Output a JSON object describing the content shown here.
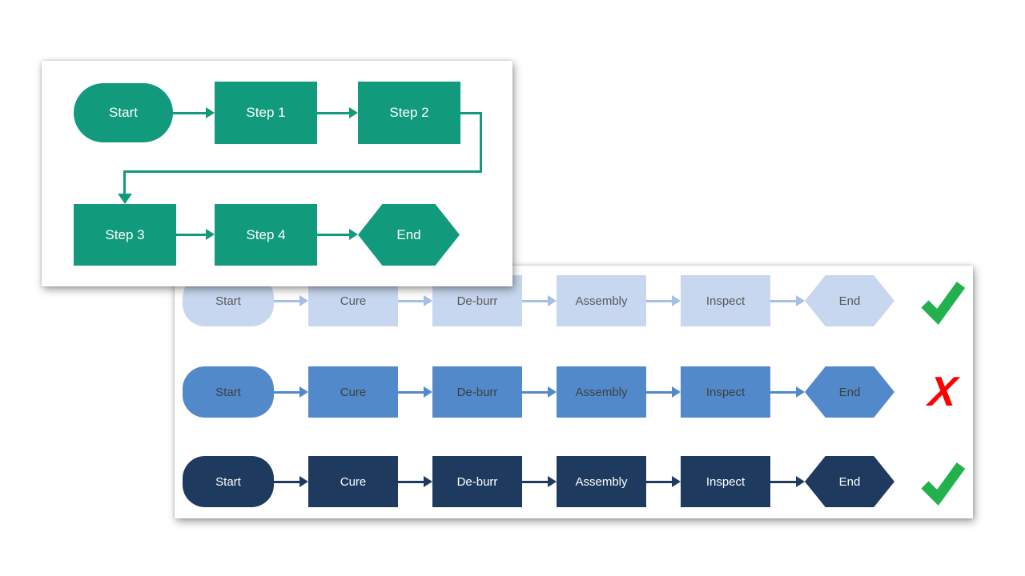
{
  "green_flowchart": {
    "shapes": [
      "Start",
      "Step 1",
      "Step 2",
      "Step 3",
      "Step 4",
      "End"
    ]
  },
  "blue_flowchart": {
    "stage_labels": [
      "Start",
      "Cure",
      "De-burr",
      "Assembly",
      "Inspect",
      "End"
    ],
    "rows": [
      {
        "style": "light",
        "verdict": "check"
      },
      {
        "style": "medium",
        "verdict": "cross"
      },
      {
        "style": "dark",
        "verdict": "check"
      }
    ],
    "cross_glyph": "X"
  },
  "colors": {
    "green": "#119A7B",
    "light_blue_fill": "#C7D7F0",
    "light_blue_arrow": "#A5BFE5",
    "medium_blue": "#5289CB",
    "navy": "#1F3A5F",
    "check_green": "#22B14C",
    "cross_red": "#FF0000"
  }
}
